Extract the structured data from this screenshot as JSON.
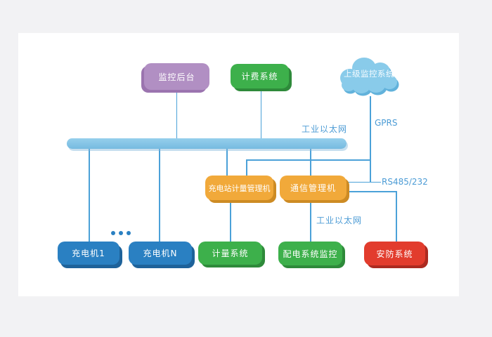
{
  "diagram": {
    "nodes": {
      "monitor_backend": "监控后台",
      "billing_system": "计费系统",
      "upper_monitor_cloud": "上级监控系统",
      "station_metering_manager": "充电站计量管理机",
      "comm_manager": "通信管理机",
      "charger_1": "充电机1",
      "charger_n": "充电机N",
      "metering_system": "计量系统",
      "power_distribution_monitor": "配电系统监控",
      "security_system": "安防系统"
    },
    "link_labels": {
      "bus": "工业以太网",
      "gprs": "GPRS",
      "rs485": "RS485/232",
      "ethernet_lower": "工业以太网"
    },
    "colors": {
      "purple": "#b18fc3",
      "green": "#3db04b",
      "orange": "#f1a93a",
      "blue": "#2a80c2",
      "red": "#e23c2d",
      "bus_light_blue": "#85c6e7",
      "line_blue": "#4ba1d8",
      "label_text_blue": "#4b9bd5",
      "page_background": "#f2f2f4",
      "card_background": "#ffffff"
    }
  }
}
